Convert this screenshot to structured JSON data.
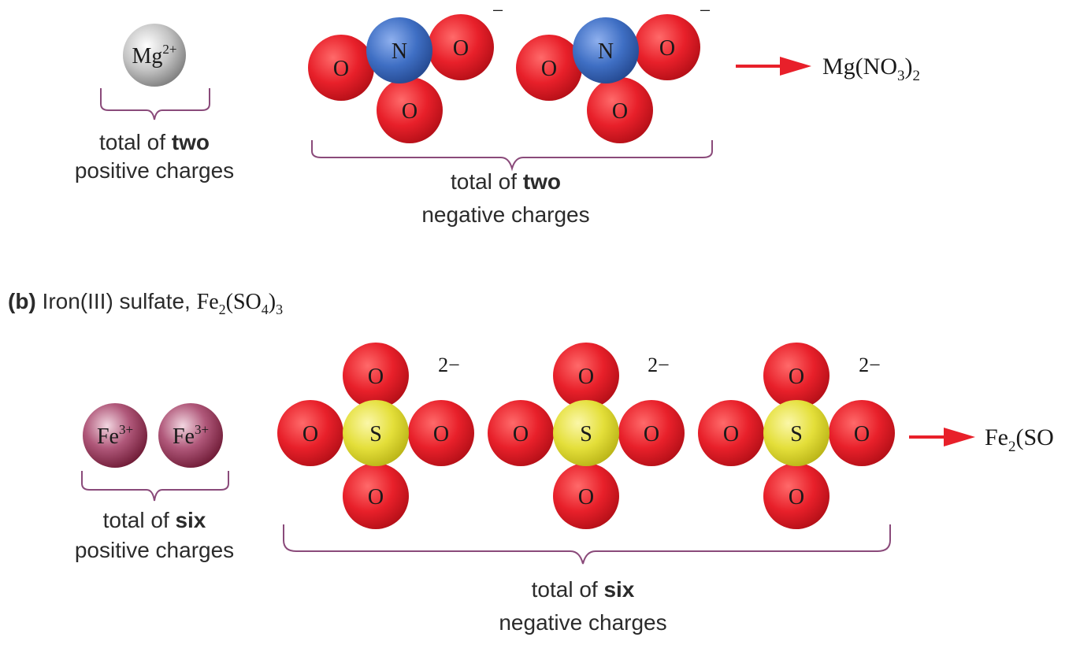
{
  "colors": {
    "oxygen": "#e8202a",
    "nitrogen": "#3f6fc4",
    "sulfur": "#e4df3a",
    "magnesium": "#a9a9a9",
    "iron": "#8e2a48",
    "arrow": "#e8202a",
    "brace": "#8a4a7a"
  },
  "part_a": {
    "cation_label": "Mg",
    "cation_charge": "2+",
    "anion_atoms": {
      "center": "N",
      "outer": "O"
    },
    "anion_charge": "−",
    "product_main": "Mg(NO",
    "product_sub1": "3",
    "product_close": ")",
    "product_sub2": "2",
    "cation_caption_prefix": "total of ",
    "cation_caption_bold": "two",
    "cation_caption_line2": "positive charges",
    "anion_caption_prefix": "total of ",
    "anion_caption_bold": "two",
    "anion_caption_line2": "negative charges"
  },
  "part_b": {
    "heading_letter": "(b)",
    "heading_text": " Iron(III) sulfate, ",
    "heading_formula_a": "Fe",
    "heading_formula_sub1": "2",
    "heading_formula_b": "(SO",
    "heading_formula_sub2": "4",
    "heading_formula_c": ")",
    "heading_formula_sub3": "3",
    "cation_label": "Fe",
    "cation_charge": "3+",
    "anion_atoms": {
      "center": "S",
      "outer": "O"
    },
    "anion_charge": "2−",
    "product_main": "Fe",
    "product_sub1": "2",
    "product_rest": "(SO",
    "cation_caption_prefix": "total of ",
    "cation_caption_bold": "six",
    "cation_caption_line2": "positive charges",
    "anion_caption_prefix": "total of ",
    "anion_caption_bold": "six",
    "anion_caption_line2": "negative charges"
  }
}
